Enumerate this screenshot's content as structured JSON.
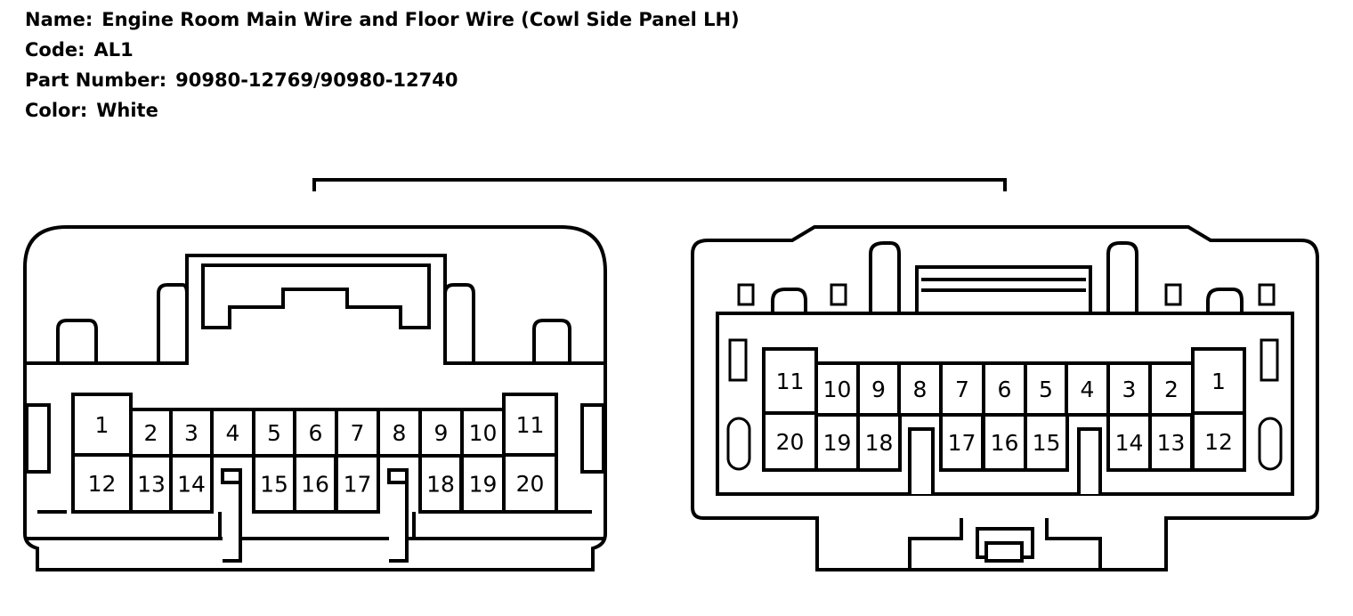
{
  "header": {
    "name_label": "Name:",
    "name_value": "Engine Room Main Wire and Floor Wire (Cowl Side Panel LH)",
    "code_label": "Code:",
    "code_value": "AL1",
    "part_label": "Part Number:",
    "part_value": "90980-12769/90980-12740",
    "color_label": "Color:",
    "color_value": "White"
  },
  "left_connector": {
    "pins": [
      "1",
      "2",
      "3",
      "4",
      "5",
      "6",
      "7",
      "8",
      "9",
      "10",
      "11",
      "12",
      "13",
      "14",
      "15",
      "16",
      "17",
      "18",
      "19",
      "20"
    ]
  },
  "right_connector": {
    "pins": [
      "1",
      "2",
      "3",
      "4",
      "5",
      "6",
      "7",
      "8",
      "9",
      "10",
      "11",
      "12",
      "13",
      "14",
      "15",
      "16",
      "17",
      "18",
      "19",
      "20"
    ]
  }
}
